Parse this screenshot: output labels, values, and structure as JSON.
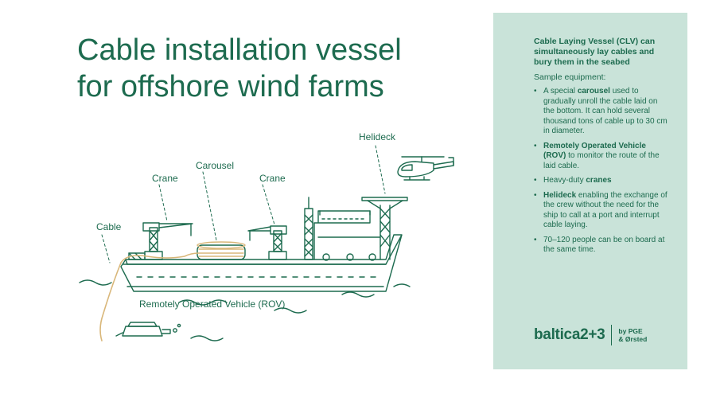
{
  "title": {
    "line1": "Cable installation vessel",
    "line2": "for offshore wind farms"
  },
  "labels": {
    "cable": "Cable",
    "crane_left": "Crane",
    "carousel": "Carousel",
    "crane_right": "Crane",
    "helideck": "Helideck",
    "rov": "Remotely Operated Vehicle (ROV)"
  },
  "panel": {
    "heading": "Cable Laying Vessel (CLV) can simultaneously lay cables and bury them in the seabed",
    "intro": "Sample equipment:",
    "items": [
      {
        "pre": "A special ",
        "bold": "carousel",
        "post": " used to gradually unroll the cable laid on the bottom. It can hold several thousand tons of cable up to 30 cm in diameter."
      },
      {
        "pre": "",
        "bold": "Remotely Operated Vehicle (ROV)",
        "post": " to monitor the route of the laid cable."
      },
      {
        "pre": "Heavy-duty ",
        "bold": "cranes",
        "post": ""
      },
      {
        "pre": "",
        "bold": "Helideck",
        "post": " enabling the exchange of the crew without the need for the ship to call at a port and interrupt cable laying."
      },
      {
        "pre": "",
        "bold": "",
        "post": "70–120 people can be on board at the same time."
      }
    ]
  },
  "logo": {
    "word": "baltica2+3",
    "sub1": "by PGE",
    "sub2": "& Ørsted"
  },
  "colors": {
    "primary": "#1d6b4f",
    "panel": "#c9e3d9",
    "cable": "#d9b77a"
  }
}
